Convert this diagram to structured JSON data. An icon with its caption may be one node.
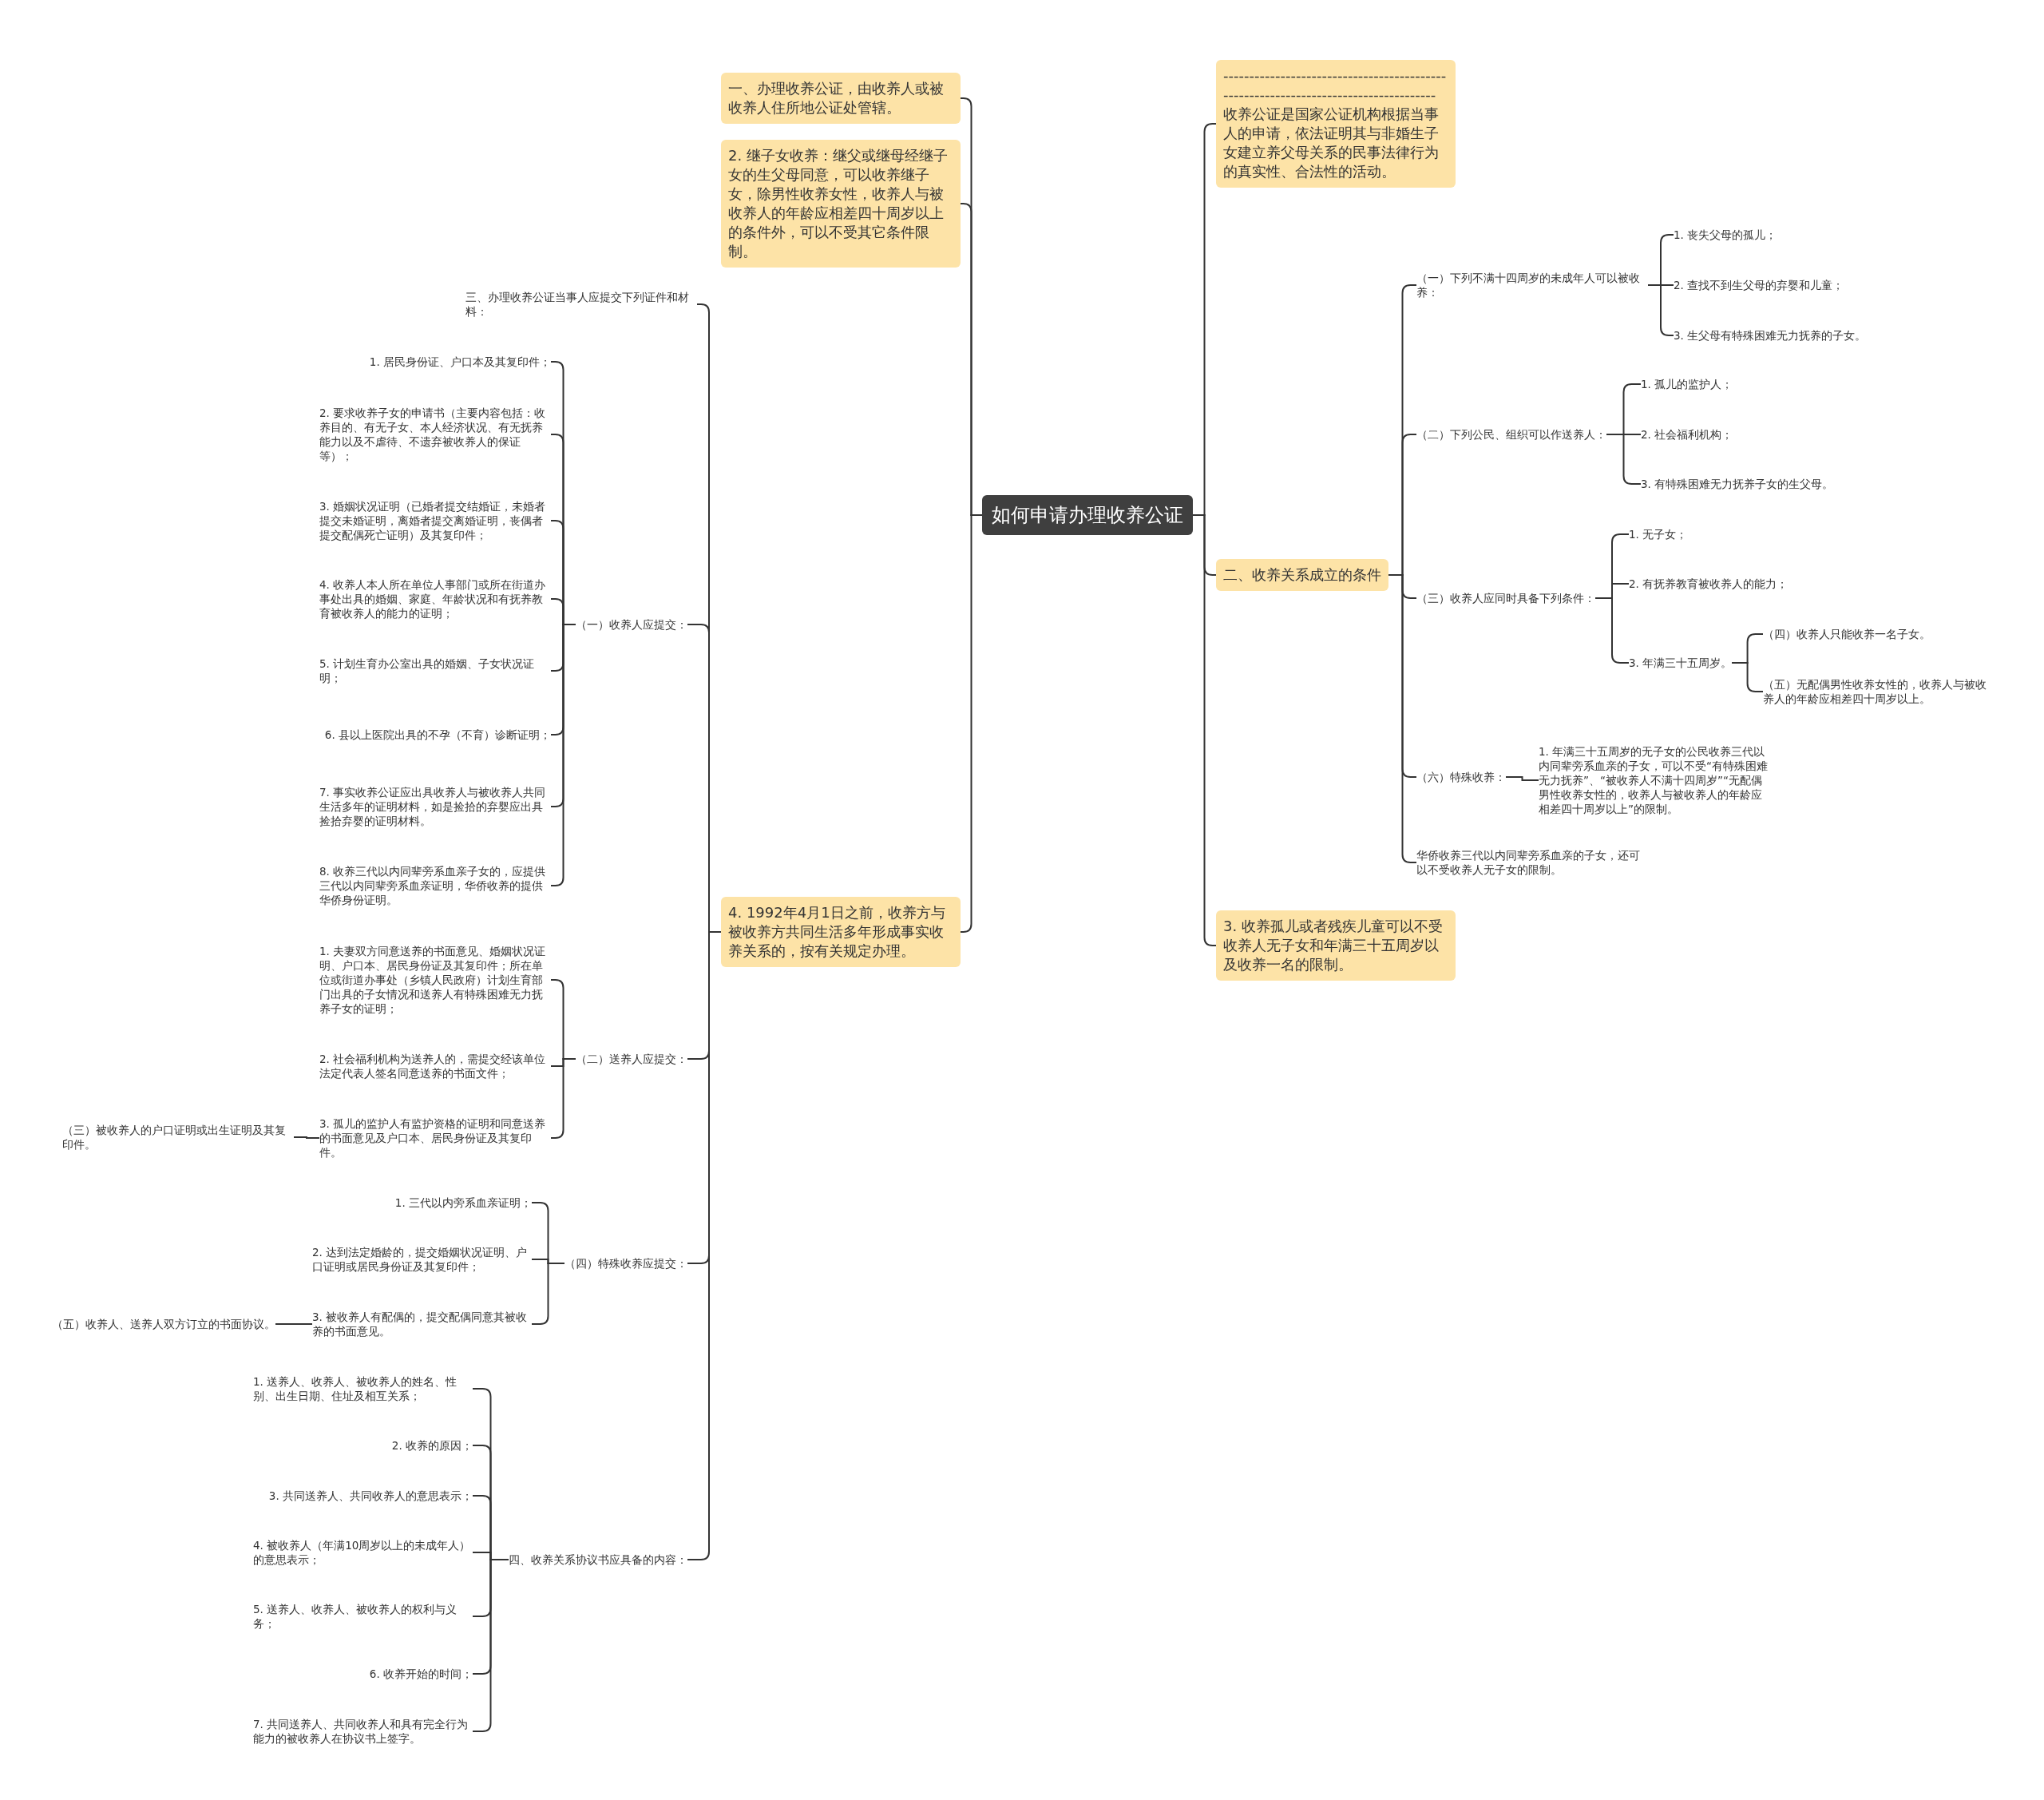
{
  "diagram": {
    "nodes": [
      {
        "text": [
          "如何申请办理收养公证"
        ]
      },
      {
        "text": [
          "一、办理收养公证，由收养人或被收养人住所地公证处管辖。"
        ]
      },
      {
        "text": [
          "2. 继子女收养：继父或继母经继子女的生父母同意，可以收养继子女，除男性收养女性，收养人与被收养人的年龄应相差四十周岁以上的条件外，可以不受其它条件限制。"
        ]
      },
      {
        "text": [
          "4. 1992年4月1日之前，收养方与被收养方共同生活多年形成事实收养关系的，按有关规定办理。"
        ]
      },
      {
        "text": [
          "三、办理收养公证当事人应提交下列证件和材料："
        ]
      },
      {
        "text": [
          "（一）收养人应提交："
        ]
      },
      {
        "text": [
          "1. 居民身份证、户口本及其复印件；"
        ]
      },
      {
        "text": [
          "2. 要求收养子女的申请书（主要内容包括：收养目的、有无子女、本人经济状况、有无抚养能力以及不虐待、不遗弃被收养人的保证等）；"
        ]
      },
      {
        "text": [
          "3. 婚姻状况证明（已婚者提交结婚证，未婚者提交未婚证明，离婚者提交离婚证明，丧偶者提交配偶死亡证明）及其复印件；"
        ]
      },
      {
        "text": [
          "4. 收养人本人所在单位人事部门或所在街道办事处出具的婚姻、家庭、年龄状况和有抚养教育被收养人的能力的证明；"
        ]
      },
      {
        "text": [
          "5. 计划生育办公室出具的婚姻、子女状况证明；"
        ]
      },
      {
        "text": [
          "6. 县以上医院出具的不孕（不育）诊断证明；"
        ]
      },
      {
        "text": [
          "7. 事实收养公证应出具收养人与被收养人共同生活多年的证明材料，如是捡拾的弃婴应出具捡拾弃婴的证明材料。"
        ]
      },
      {
        "text": [
          "8. 收养三代以内同辈旁系血亲子女的，应提供三代以内同辈旁系血亲证明，华侨收养的提供华侨身份证明。"
        ]
      },
      {
        "text": [
          "（二）送养人应提交："
        ]
      },
      {
        "text": [
          "1. 夫妻双方同意送养的书面意见、婚姻状况证明、户口本、居民身份证及其复印件；所在单位或街道办事处（乡镇人民政府）计划生育部门出具的子女情况和送养人有特殊困难无力抚养子女的证明；"
        ]
      },
      {
        "text": [
          "2. 社会福利机构为送养人的，需提交经该单位法定代表人签名同意送养的书面文件；"
        ]
      },
      {
        "text": [
          "3. 孤儿的监护人有监护资格的证明和同意送养的书面意见及户口本、居民身份证及其复印件。"
        ]
      },
      {
        "text": [
          "（三）被收养人的户口证明或出生证明及其复印件。"
        ]
      },
      {
        "text": [
          "（四）特殊收养应提交："
        ]
      },
      {
        "text": [
          "1. 三代以内旁系血亲证明；"
        ]
      },
      {
        "text": [
          "2. 达到法定婚龄的，提交婚姻状况证明、户口证明或居民身份证及其复印件；"
        ]
      },
      {
        "text": [
          "3. 被收养人有配偶的，提交配偶同意其被收养的书面意见。"
        ]
      },
      {
        "text": [
          "（五）收养人、送养人双方订立的书面协议。"
        ]
      },
      {
        "text": [
          "四、收养关系协议书应具备的内容："
        ]
      },
      {
        "text": [
          "1. 送养人、收养人、被收养人的姓名、性别、出生日期、住址及相互关系；"
        ]
      },
      {
        "text": [
          "2. 收养的原因；"
        ]
      },
      {
        "text": [
          "3. 共同送养人、共同收养人的意思表示；"
        ]
      },
      {
        "text": [
          "4. 被收养人（年满10周岁以上的未成年人）的意思表示；"
        ]
      },
      {
        "text": [
          "5. 送养人、收养人、被收养人的权利与义务；"
        ]
      },
      {
        "text": [
          "6. 收养开始的时间；"
        ]
      },
      {
        "text": [
          "7. 共同送养人、共同收养人和具有完全行为能力的被收养人在协议书上签字。"
        ]
      },
      {
        "text": [
          "------------------------------------------------------------------------------------ 收养公证是国家公证机构根据当事人的申请，依法证明其与非婚生子女建立养父母关系的民事法律行为的真实性、合法性的活动。"
        ]
      },
      {
        "text": [
          "二、收养关系成立的条件"
        ]
      },
      {
        "text": [
          "（一）下列不满十四周岁的未成年人可以被收养："
        ]
      },
      {
        "text": [
          "1. 丧失父母的孤儿；"
        ]
      },
      {
        "text": [
          "2. 查找不到生父母的弃婴和儿童；"
        ]
      },
      {
        "text": [
          "3. 生父母有特殊困难无力抚养的子女。"
        ]
      },
      {
        "text": [
          "（二）下列公民、组织可以作送养人："
        ]
      },
      {
        "text": [
          "1. 孤儿的监护人；"
        ]
      },
      {
        "text": [
          "2. 社会福利机构；"
        ]
      },
      {
        "text": [
          "3. 有特殊困难无力抚养子女的生父母。"
        ]
      },
      {
        "text": [
          "（三）收养人应同时具备下列条件："
        ]
      },
      {
        "text": [
          "1. 无子女；"
        ]
      },
      {
        "text": [
          "2. 有抚养教育被收养人的能力；"
        ]
      },
      {
        "text": [
          "3. 年满三十五周岁。"
        ]
      },
      {
        "text": [
          "（四）收养人只能收养一名子女。"
        ]
      },
      {
        "text": [
          "（五）无配偶男性收养女性的，收养人与被收养人的年龄应相差四十周岁以上。"
        ]
      },
      {
        "text": [
          "（六）特殊收养："
        ]
      },
      {
        "text": [
          "1. 年满三十五周岁的无子女的公民收养三代以内同辈旁系血亲的子女，可以不受“有特殊困难无力抚养”、“被收养人不满十四周岁”“无配偶男性收养女性的，收养人与被收养人的年龄应相差四十周岁以上”的限制。"
        ]
      },
      {
        "text": [
          "华侨收养三代以内同辈旁系血亲的子女，还可以不受收养人无子女的限制。"
        ]
      },
      {
        "text": [
          "3. 收养孤儿或者残疾儿童可以不受收养人无子女和年满三十五周岁以及收养一名的限制。"
        ]
      }
    ],
    "edges": [
      {
        "from": 0,
        "to": 1,
        "arrow": "none"
      },
      {
        "from": 0,
        "to": 2,
        "arrow": "none"
      },
      {
        "from": 0,
        "to": 3,
        "arrow": "none"
      },
      {
        "from": 3,
        "to": 4,
        "arrow": "none"
      },
      {
        "from": 3,
        "to": 5,
        "arrow": "none"
      },
      {
        "from": 5,
        "to": 6,
        "arrow": "none"
      },
      {
        "from": 5,
        "to": 7,
        "arrow": "none"
      },
      {
        "from": 5,
        "to": 8,
        "arrow": "none"
      },
      {
        "from": 5,
        "to": 9,
        "arrow": "none"
      },
      {
        "from": 5,
        "to": 10,
        "arrow": "none"
      },
      {
        "from": 5,
        "to": 11,
        "arrow": "none"
      },
      {
        "from": 5,
        "to": 12,
        "arrow": "none"
      },
      {
        "from": 5,
        "to": 13,
        "arrow": "none"
      },
      {
        "from": 3,
        "to": 14,
        "arrow": "none"
      },
      {
        "from": 14,
        "to": 15,
        "arrow": "none"
      },
      {
        "from": 14,
        "to": 16,
        "arrow": "none"
      },
      {
        "from": 14,
        "to": 17,
        "arrow": "none"
      },
      {
        "from": 17,
        "to": 18,
        "arrow": "none"
      },
      {
        "from": 3,
        "to": 19,
        "arrow": "none"
      },
      {
        "from": 19,
        "to": 20,
        "arrow": "none"
      },
      {
        "from": 19,
        "to": 21,
        "arrow": "none"
      },
      {
        "from": 19,
        "to": 22,
        "arrow": "none"
      },
      {
        "from": 22,
        "to": 23,
        "arrow": "none"
      },
      {
        "from": 3,
        "to": 24,
        "arrow": "none"
      },
      {
        "from": 24,
        "to": 25,
        "arrow": "none"
      },
      {
        "from": 24,
        "to": 26,
        "arrow": "none"
      },
      {
        "from": 24,
        "to": 27,
        "arrow": "none"
      },
      {
        "from": 24,
        "to": 28,
        "arrow": "none"
      },
      {
        "from": 24,
        "to": 29,
        "arrow": "none"
      },
      {
        "from": 24,
        "to": 30,
        "arrow": "none"
      },
      {
        "from": 24,
        "to": 31,
        "arrow": "none"
      },
      {
        "from": 0,
        "to": 32,
        "arrow": "none"
      },
      {
        "from": 0,
        "to": 33,
        "arrow": "none"
      },
      {
        "from": 33,
        "to": 34,
        "arrow": "none"
      },
      {
        "from": 34,
        "to": 35,
        "arrow": "none"
      },
      {
        "from": 34,
        "to": 36,
        "arrow": "none"
      },
      {
        "from": 34,
        "to": 37,
        "arrow": "none"
      },
      {
        "from": 33,
        "to": 38,
        "arrow": "none"
      },
      {
        "from": 38,
        "to": 39,
        "arrow": "none"
      },
      {
        "from": 38,
        "to": 40,
        "arrow": "none"
      },
      {
        "from": 38,
        "to": 41,
        "arrow": "none"
      },
      {
        "from": 33,
        "to": 42,
        "arrow": "none"
      },
      {
        "from": 42,
        "to": 43,
        "arrow": "none"
      },
      {
        "from": 42,
        "to": 44,
        "arrow": "none"
      },
      {
        "from": 42,
        "to": 45,
        "arrow": "none"
      },
      {
        "from": 45,
        "to": 46,
        "arrow": "none"
      },
      {
        "from": 45,
        "to": 47,
        "arrow": "none"
      },
      {
        "from": 33,
        "to": 48,
        "arrow": "none"
      },
      {
        "from": 48,
        "to": 49,
        "arrow": "none"
      },
      {
        "from": 33,
        "to": 50,
        "arrow": "none"
      },
      {
        "from": 0,
        "to": 51,
        "arrow": "none"
      }
    ]
  }
}
